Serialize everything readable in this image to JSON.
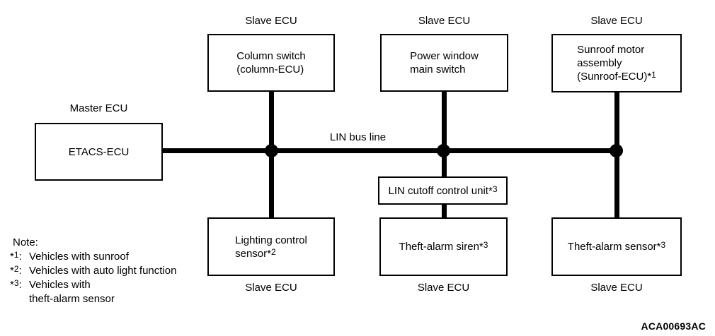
{
  "diagram": {
    "title_hint": "LIN bus network configuration diagram",
    "colors": {
      "line": "#000000",
      "background": "#ffffff",
      "text": "#000000"
    },
    "bus": {
      "label": "LIN bus line"
    },
    "nodes": {
      "etacs": {
        "role": "Master ECU",
        "label": "ETACS-ECU"
      },
      "column_switch": {
        "role": "Slave ECU",
        "l1": "Column switch",
        "l2": "(column-ECU)"
      },
      "power_window": {
        "role": "Slave ECU",
        "l1": "Power window",
        "l2": "main switch"
      },
      "sunroof_motor": {
        "role": "Slave ECU",
        "l1": "Sunroof motor",
        "l2": "assembly",
        "l3": "(Sunroof-ECU)*",
        "ref": "1"
      },
      "lin_cutoff": {
        "label": "LIN cutoff control unit*",
        "ref": "3"
      },
      "lighting_sensor": {
        "role": "Slave ECU",
        "l1": "Lighting control",
        "l2": "sensor*",
        "ref": "2"
      },
      "theft_siren": {
        "role": "Slave ECU",
        "label": "Theft-alarm siren*",
        "ref": "3"
      },
      "theft_sensor": {
        "role": "Slave ECU",
        "label": "Theft-alarm sensor*",
        "ref": "3"
      }
    },
    "note": {
      "title": "Note:",
      "items": [
        {
          "marker": "*",
          "ref": "1",
          "sep": ":",
          "text": "Vehicles with sunroof"
        },
        {
          "marker": "*",
          "ref": "2",
          "sep": ":",
          "text": "Vehicles with auto light function"
        },
        {
          "marker": "*",
          "ref": "3",
          "sep": ":",
          "text": "Vehicles with",
          "text2": "theft-alarm sensor"
        }
      ]
    },
    "figure_code": "ACA00693AC"
  }
}
